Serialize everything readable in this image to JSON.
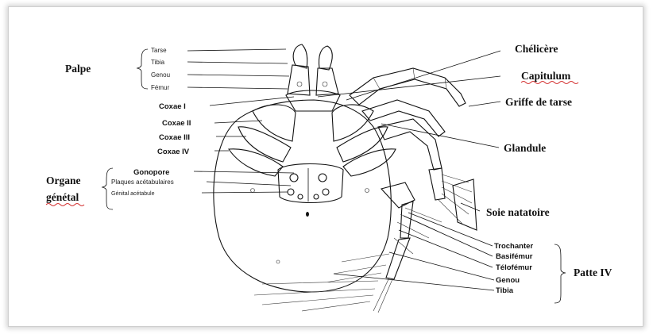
{
  "labels": {
    "left_groups": {
      "palpe": "Palpe",
      "organe": "Organe",
      "genital": "génétal"
    },
    "palpe_parts": [
      "Tarse",
      "Tibia",
      "Genou",
      "Fémur"
    ],
    "coxae": [
      "Coxae I",
      "Coxae II",
      "Coxae III",
      "Coxae IV"
    ],
    "organe_parts": [
      "Gonopore",
      "Plaques acétabulaires",
      "Génital acétabule"
    ],
    "right_parts": [
      "Chélicère",
      "Capitulum",
      "Griffe de tarse",
      "Glandule",
      "Soie natatoire"
    ],
    "patte_parts": [
      "Trochanter",
      "Basifémur",
      "Télofémur",
      "Genou",
      "Tibia"
    ],
    "patte_group": "Patte IV"
  },
  "colors": {
    "ink": "#111111",
    "spellcheck_underline": "#d32f2f"
  }
}
